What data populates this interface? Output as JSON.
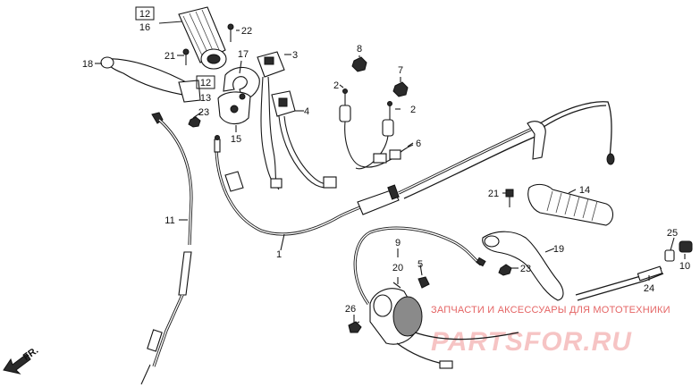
{
  "labels": {
    "p1": "1",
    "p2a": "2",
    "p2b": "2",
    "p3": "3",
    "p4": "4",
    "p5": "5",
    "p6": "6",
    "p7": "7",
    "p8": "8",
    "p9": "9",
    "p10": "10",
    "p11": "11",
    "p12a": "12",
    "p12b": "12",
    "p13": "13",
    "p14": "14",
    "p15": "15",
    "p16": "16",
    "p17": "17",
    "p18": "18",
    "p19": "19",
    "p20": "20",
    "p21a": "21",
    "p21b": "21",
    "p22": "22",
    "p23a": "23",
    "p23b": "23",
    "p24": "24",
    "p25": "25",
    "p26": "26"
  },
  "direction": "FR.",
  "watermark": {
    "line1": "ЗАПЧАСТИ И АКСЕССУАРЫ ДЛЯ МОТОТЕХНИКИ",
    "line2": "PARTSFOR.RU"
  }
}
